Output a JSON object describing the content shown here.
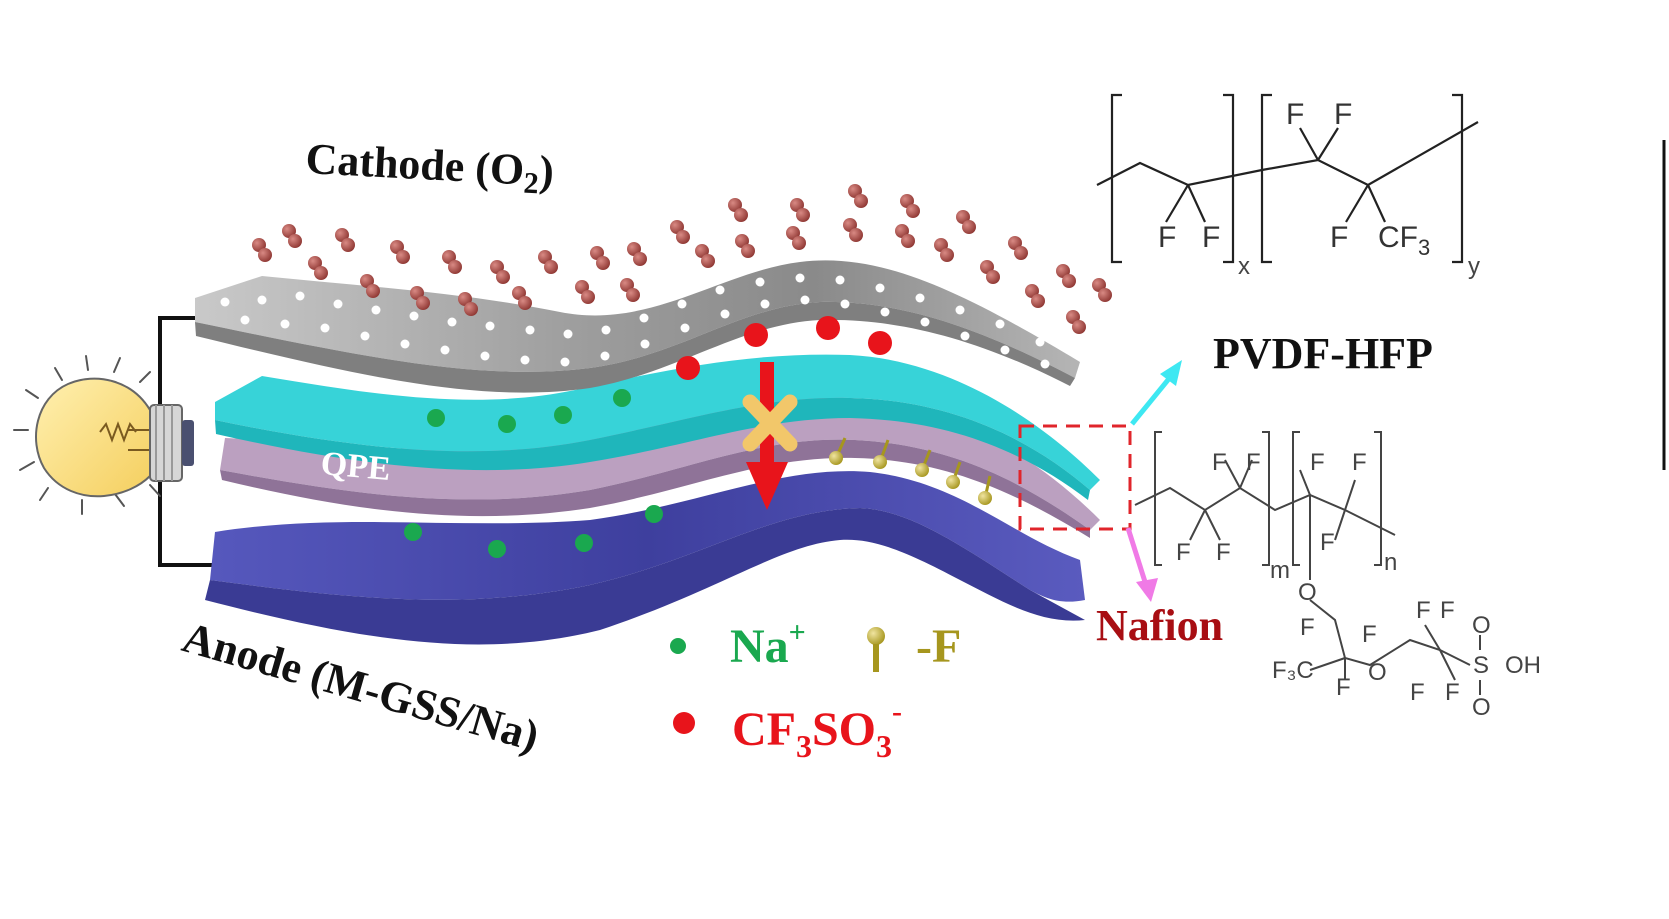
{
  "labels": {
    "cathode": "Cathode (O",
    "cathode_sub": "2",
    "cathode_close": ")",
    "qpe": "QPE",
    "anode": "Anode  (M-GSS/Na)",
    "pvdf_hfp": "PVDF-HFP",
    "nafion": "Nafion"
  },
  "legend": {
    "na_text": "Na",
    "na_sup": "+",
    "f_text": "-F",
    "cf3so3_main": "CF",
    "cf3so3_sub1": "3",
    "cf3so3_mid": "SO",
    "cf3so3_sub2": "3",
    "cf3so3_sup": "-"
  },
  "pvdf_structure": {
    "f1": "F",
    "f2": "F",
    "f3": "F",
    "f4": "F",
    "f5": "F",
    "cf3": "CF",
    "cf3_sub": "3",
    "x": "x",
    "y": "y"
  },
  "nafion_structure": {
    "f_atoms": [
      "F",
      "F",
      "F",
      "F",
      "F",
      "F",
      "F",
      "F"
    ],
    "m": "m",
    "n": "n",
    "o1": "O",
    "o2": "O",
    "f_side": [
      "F",
      "F",
      "F",
      "F",
      "F",
      "F"
    ],
    "f3c": "F₃C",
    "s": "S",
    "oh": "OH",
    "o_top": "O",
    "o_bottom": "O"
  },
  "colors": {
    "na": "#1aa84f",
    "cf3so3": "#e8141b",
    "fluorine_pin": "#a6961e",
    "cathode_layer": "#b8b8b8",
    "qpe_layer": "#37d3d8",
    "nafion_layer": "#bba0c0",
    "anode_layer": "#4e4fb0",
    "oxygen": "#a3433f",
    "arrow_block": "#e8141b",
    "cross": "#f2c76a",
    "pvdf_arrow": "#3ee8f2",
    "nafion_arrow": "#f07ae6",
    "nafion_text": "#a80e13",
    "dashed_box": "#e0252b"
  },
  "icons": [
    "light-bulb-icon",
    "oxygen-molecule-icon",
    "block-cross-icon",
    "fluorine-pin-icon"
  ]
}
